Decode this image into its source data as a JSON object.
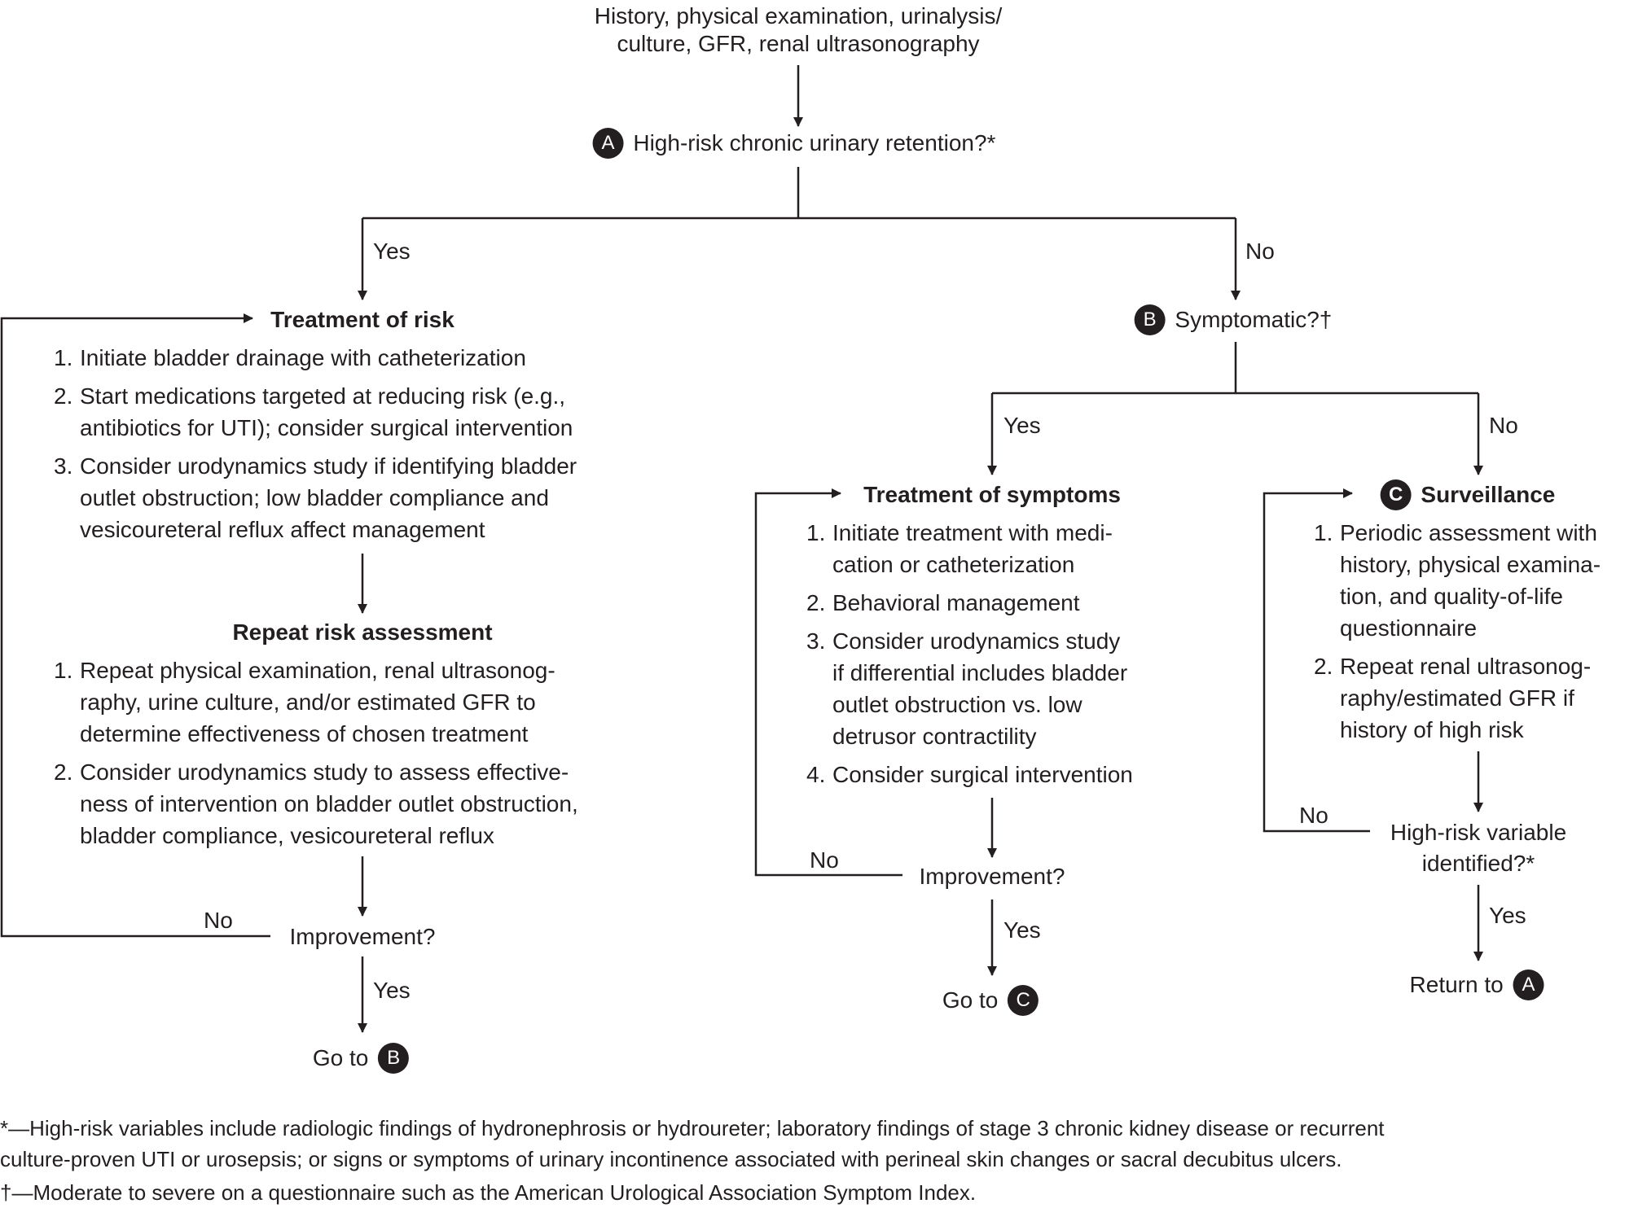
{
  "start": {
    "line1": "History, physical examination, urinalysis/",
    "line2": "culture, GFR, renal ultrasonography"
  },
  "decision_a": {
    "badge": "A",
    "text": "High-risk chronic urinary retention?*"
  },
  "labels": {
    "yes": "Yes",
    "no": "No"
  },
  "treatment_of_risk": {
    "title": "Treatment of risk",
    "items": [
      {
        "num": "1.",
        "lines": [
          "Initiate bladder drainage with catheterization"
        ]
      },
      {
        "num": "2.",
        "lines": [
          "Start medications targeted at reducing risk (e.g.,",
          "antibiotics for UTI); consider surgical intervention"
        ]
      },
      {
        "num": "3.",
        "lines": [
          "Consider urodynamics study if identifying bladder",
          "outlet obstruction; low bladder compliance and",
          "vesicoureteral reflux affect management"
        ]
      }
    ]
  },
  "repeat_risk": {
    "title": "Repeat risk assessment",
    "items": [
      {
        "num": "1.",
        "lines": [
          "Repeat physical examination, renal ultrasonog-",
          "raphy, urine culture, and/or estimated GFR to",
          "determine effectiveness of chosen treatment"
        ]
      },
      {
        "num": "2.",
        "lines": [
          "Consider urodynamics study to assess effective-",
          "ness of intervention on bladder outlet obstruction,",
          "bladder compliance, vesicoureteral reflux"
        ]
      }
    ]
  },
  "improvement_left": "Improvement?",
  "goto_b": {
    "text": "Go to",
    "badge": "B"
  },
  "decision_b": {
    "badge": "B",
    "text": "Symptomatic?†"
  },
  "treatment_of_symptoms": {
    "title": "Treatment of symptoms",
    "items": [
      {
        "num": "1.",
        "lines": [
          "Initiate treatment with medi-",
          "cation or catheterization"
        ]
      },
      {
        "num": "2.",
        "lines": [
          "Behavioral management"
        ]
      },
      {
        "num": "3.",
        "lines": [
          "Consider urodynamics study",
          "if differential includes bladder",
          "outlet obstruction vs. low",
          "detrusor contractility"
        ]
      },
      {
        "num": "4.",
        "lines": [
          "Consider surgical intervention"
        ]
      }
    ]
  },
  "improvement_mid": "Improvement?",
  "goto_c": {
    "text": "Go to",
    "badge": "C"
  },
  "surveillance": {
    "badge": "C",
    "title": "Surveillance",
    "items": [
      {
        "num": "1.",
        "lines": [
          "Periodic assessment with",
          "history, physical examina-",
          "tion, and quality-of-life",
          "questionnaire"
        ]
      },
      {
        "num": "2.",
        "lines": [
          "Repeat renal ultrasonog-",
          "raphy/estimated GFR if",
          "history of high risk"
        ]
      }
    ]
  },
  "high_risk_identified": {
    "line1": "High-risk variable",
    "line2": "identified?*"
  },
  "return_a": {
    "text": "Return to",
    "badge": "A"
  },
  "footnotes": {
    "star_line1": "*—High-risk variables include radiologic findings of hydronephrosis or hydroureter; laboratory findings of stage 3 chronic kidney disease or recurrent",
    "star_line2": "culture-proven UTI or urosepsis; or signs or symptoms of urinary incontinence associated with perineal skin changes or sacral decubitus ulcers.",
    "dagger": "†—Moderate to severe on a questionnaire such as the American Urological Association Symptom Index."
  }
}
